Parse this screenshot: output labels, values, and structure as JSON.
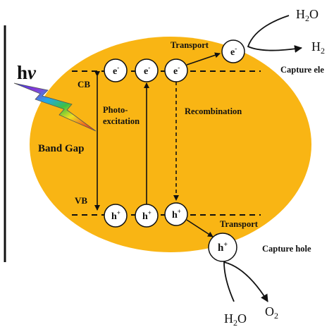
{
  "light": {
    "symbol_h": "h",
    "symbol_nu": "v"
  },
  "bands": {
    "cb": "CB",
    "vb": "VB",
    "gap": "Band Gap"
  },
  "processes": {
    "photo_line1": "Photo-",
    "photo_line2": "excitation",
    "recombination": "Recombination",
    "transport_top": "Transport",
    "transport_bottom": "Transport"
  },
  "carriers": {
    "electron": "e",
    "electron_sup": "-",
    "hole": "h",
    "hole_sup": "+"
  },
  "capture": {
    "electron": "Capture ele",
    "hole": "Capture hole"
  },
  "products": {
    "h2o_top_main": "H",
    "h2o_top_sub": "2",
    "h2o_top_end": "O",
    "h2_main": "H",
    "h2_sub": "2",
    "h2o_bottom_main": "H",
    "h2o_bottom_sub": "2",
    "h2o_bottom_end": "O",
    "o2_main": "O",
    "o2_sub": "2"
  },
  "colors": {
    "particle": "#F9B514",
    "rainbow": [
      "#2a3de8",
      "#7a34d8",
      "#20a0e0",
      "#3ec040",
      "#e8e020",
      "#f07820",
      "#e02020"
    ]
  }
}
